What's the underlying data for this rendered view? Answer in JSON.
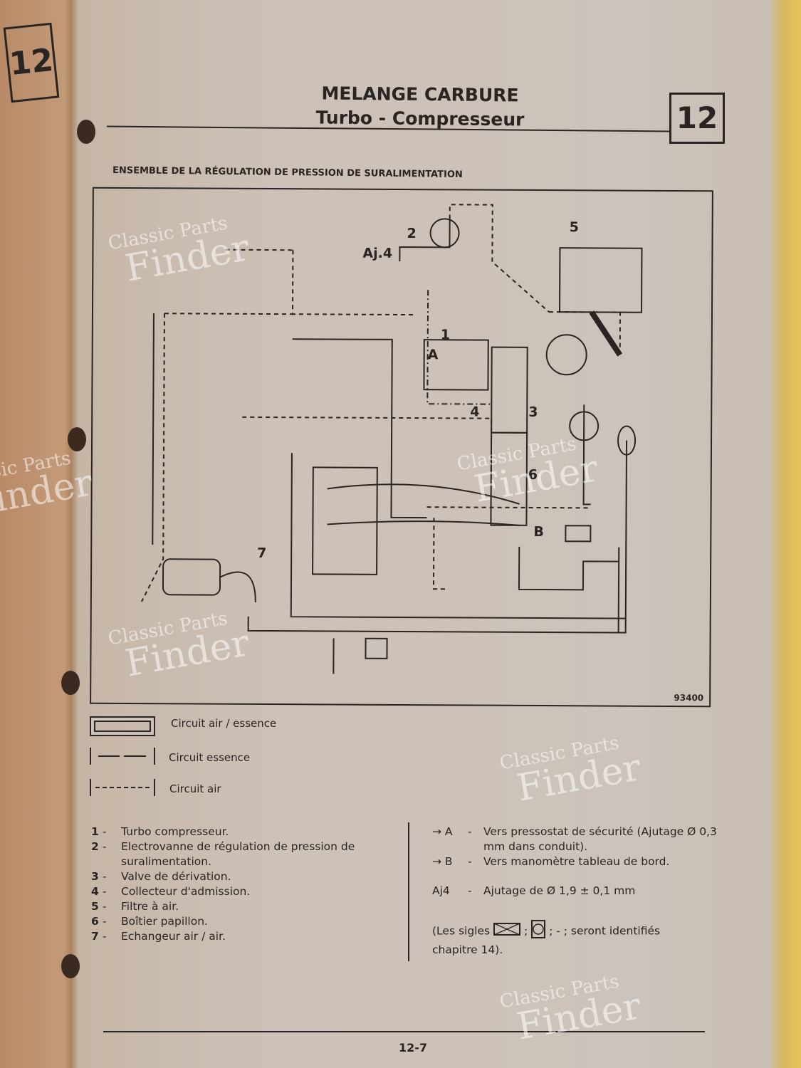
{
  "chapter_tab": "12",
  "header": {
    "title": "MELANGE CARBURE",
    "subtitle": "Turbo - Compresseur",
    "chapter_box": "12"
  },
  "section_title": "ENSEMBLE DE LA RÉGULATION DE PRESSION DE SURALIMENTATION",
  "diagram": {
    "reference": "93400",
    "labels": {
      "n1": "1",
      "n2": "2",
      "n3": "3",
      "n4": "4",
      "n5": "5",
      "n6": "6",
      "n7": "7",
      "a": "A",
      "b": "B",
      "aj4": "Aj.4"
    }
  },
  "legend": [
    {
      "label": "Circuit air / essence"
    },
    {
      "label": "Circuit essence"
    },
    {
      "label": "Circuit air"
    }
  ],
  "parts": [
    {
      "num": "1",
      "text": "Turbo compresseur."
    },
    {
      "num": "2",
      "text": "Electrovanne de régulation de pression de suralimentation."
    },
    {
      "num": "3",
      "text": "Valve de dérivation."
    },
    {
      "num": "4",
      "text": "Collecteur d'admission."
    },
    {
      "num": "5",
      "text": "Filtre à air."
    },
    {
      "num": "6",
      "text": "Boîtier papillon."
    },
    {
      "num": "7",
      "text": "Echangeur air / air."
    }
  ],
  "notes": [
    {
      "key": "→ A",
      "text": "Vers pressostat de sécurité (Ajutage Ø 0,3 mm dans conduit)."
    },
    {
      "key": "→ B",
      "text": "Vers manomètre tableau de bord."
    },
    {
      "key": "Aj4",
      "text": "Ajutage de Ø 1,9 ± 0,1 mm"
    }
  ],
  "sigles_note": {
    "before": "(Les sigles",
    "sep": ";",
    "after": "; - ; seront identifiés chapitre 14)."
  },
  "page_number": "12-7",
  "watermark": {
    "line1": "Classic Parts",
    "line2": "Finder"
  }
}
